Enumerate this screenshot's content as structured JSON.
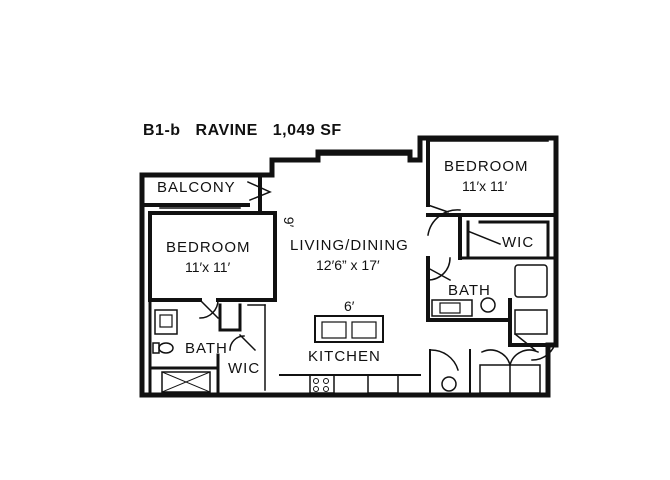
{
  "header": {
    "unit": "B1-b",
    "plan_name": "RAVINE",
    "area": "1,049 SF"
  },
  "rooms": {
    "balcony": {
      "label": "BALCONY"
    },
    "bedroom_right": {
      "label": "BEDROOM",
      "size": "11′x 11′"
    },
    "bedroom_left": {
      "label": "BEDROOM",
      "size": "11′x 11′"
    },
    "living": {
      "label": "LIVING/DINING",
      "size": "12′6” x 17′",
      "ceiling": "9′"
    },
    "wic_right": {
      "label": "WIC"
    },
    "wic_left": {
      "label": "WIC"
    },
    "bath_right": {
      "label": "BATH"
    },
    "bath_left": {
      "label": "BATH"
    },
    "kitchen": {
      "label": "KITCHEN",
      "island": "6′"
    }
  }
}
